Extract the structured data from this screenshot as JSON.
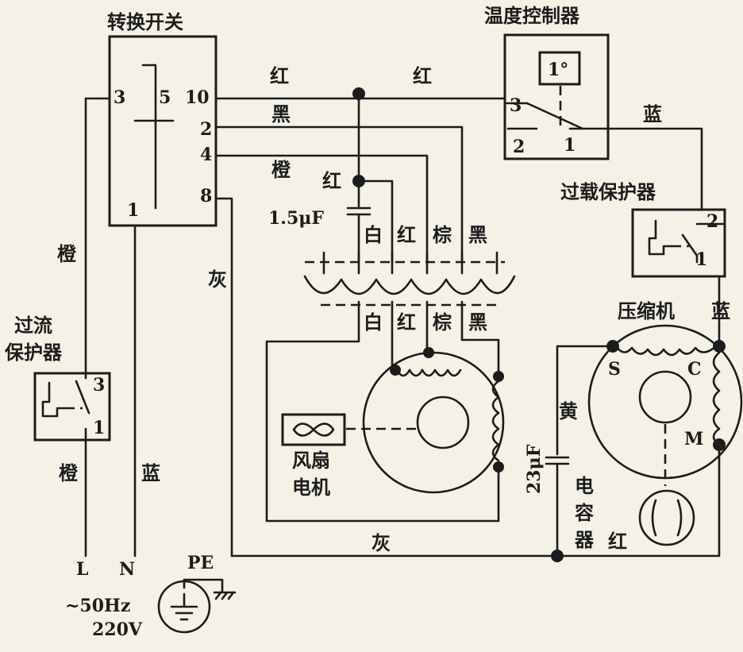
{
  "switch": {
    "title": "转换开关",
    "pins": {
      "p3": "3",
      "p5": "5",
      "p10": "10",
      "p2": "2",
      "p4": "4",
      "p8": "8",
      "p1": "1"
    }
  },
  "thermostat": {
    "title": "温度控制器",
    "display": "1°",
    "pins": {
      "p3": "3",
      "p2": "2",
      "p1": "1"
    }
  },
  "overload": {
    "title": "过载保护器",
    "pins": {
      "p2": "2",
      "p1": "1"
    }
  },
  "overcurrent": {
    "title_line1": "过流",
    "title_line2": "保护器",
    "pins": {
      "p3": "3",
      "p1": "1"
    }
  },
  "compressor": {
    "title": "压缩机",
    "terminals": {
      "s": "S",
      "c": "C",
      "m": "M"
    }
  },
  "fan_motor": {
    "label_line1": "风扇",
    "label_line2": "电机"
  },
  "capacitors": {
    "fan": "1.5μF",
    "compressor": "23μF",
    "compressor_label": [
      "电",
      "容",
      "器"
    ]
  },
  "wire_colors": {
    "red": "红",
    "black": "黑",
    "orange": "橙",
    "gray": "灰",
    "blue": "蓝",
    "white": "白",
    "brown": "棕",
    "yellow": "黄"
  },
  "power": {
    "L": "L",
    "N": "N",
    "PE": "PE",
    "freq": "~50Hz",
    "volt": "220V"
  }
}
